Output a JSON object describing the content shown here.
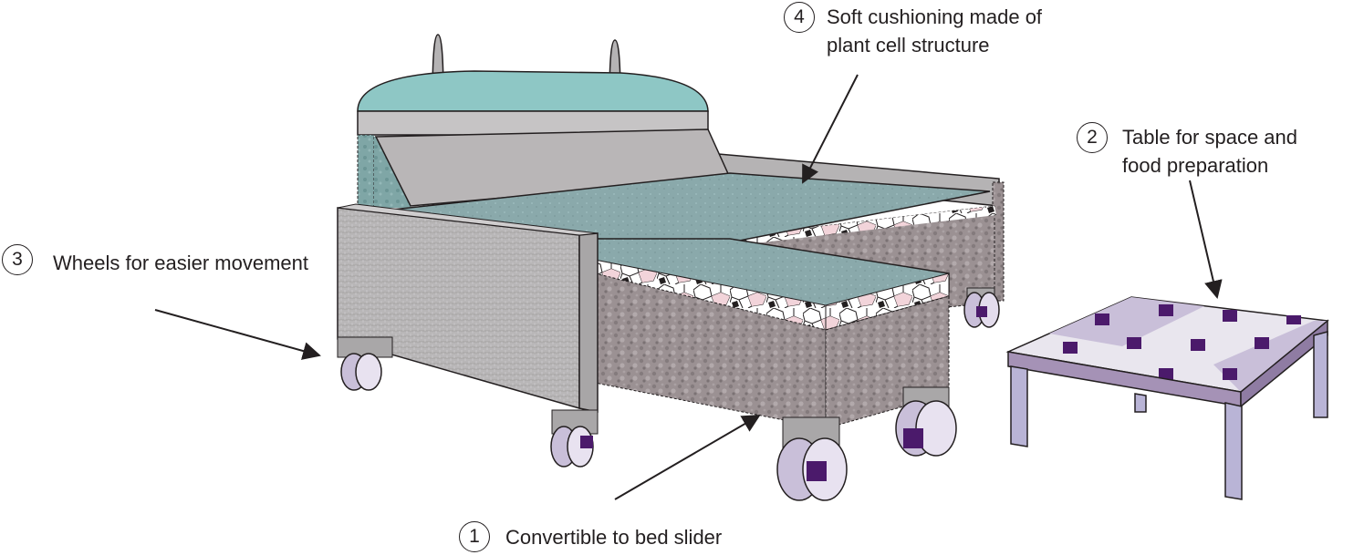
{
  "callouts": [
    {
      "number": "4",
      "lines": [
        "Soft cushioning made of",
        "plant cell structure"
      ]
    },
    {
      "number": "2",
      "lines": [
        "Table for space and",
        "food preparation"
      ]
    },
    {
      "number": "3",
      "lines": [
        "Wheels for easier movement"
      ]
    },
    {
      "number": "1",
      "lines": [
        "Convertible to bed slider"
      ]
    }
  ],
  "colors": {
    "headboard": "#8ec7c5",
    "mattress": "#8aa9ab",
    "frame": "#9b9193",
    "side_panel": "#b5b3b4",
    "table_frame": "#a592b6",
    "table_legs": "#b9b4d6",
    "tile_dark": "#4b1a6b",
    "tile_light": "#c9bfd9",
    "cell_pink": "#f2d4da",
    "outline": "#231f20"
  },
  "icons": [
    "arrow-icon",
    "wheel-icon"
  ]
}
